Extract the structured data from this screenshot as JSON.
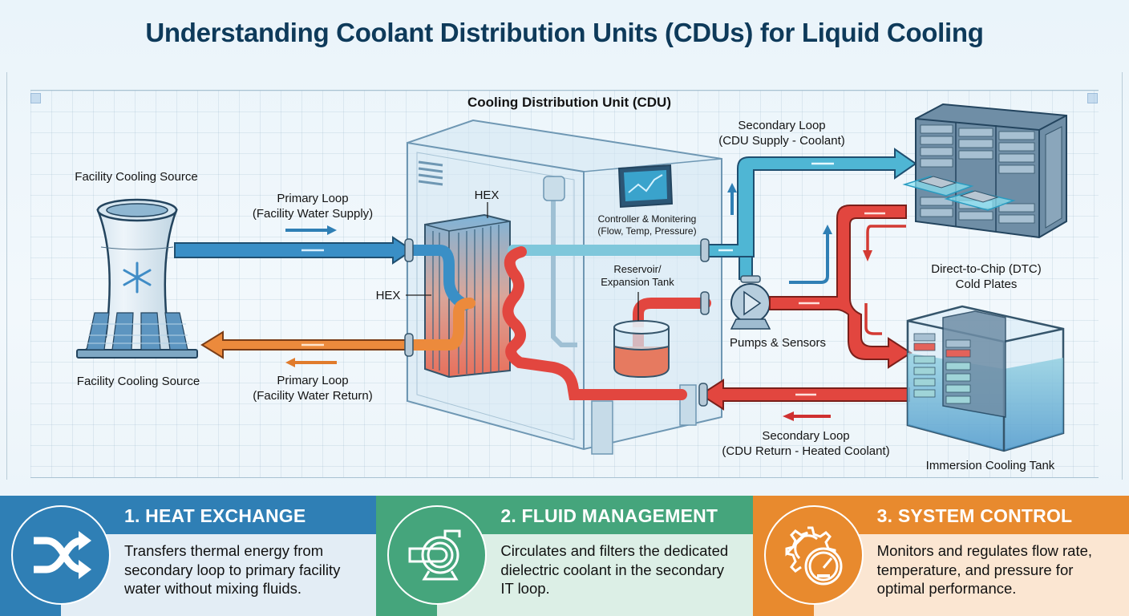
{
  "title": "Understanding Coolant Distribution Units (CDUs) for Liquid Cooling",
  "diagram": {
    "cdu_title": "Cooling Distribution Unit (CDU)",
    "facility_source_top": "Facility Cooling Source",
    "facility_source_bottom": "Facility Cooling Source",
    "primary_supply": {
      "line1": "Primary Loop",
      "line2": "(Facility Water Supply)"
    },
    "primary_return": {
      "line1": "Primary Loop",
      "line2": "(Facility Water Return)"
    },
    "hex_label_top": "HEX",
    "hex_label_left": "HEX",
    "controller": {
      "line1": "Controller & Monitering",
      "line2": "(Flow, Temp, Pressure)"
    },
    "reservoir": {
      "line1": "Reservoir/",
      "line2": "Expansion Tank"
    },
    "pumps": "Pumps & Sensors",
    "secondary_supply": {
      "line1": "Secondary Loop",
      "line2": "(CDU Supply - Coolant)"
    },
    "secondary_return": {
      "line1": "Secondary Loop",
      "line2": "(CDU Return - Heated Coolant)"
    },
    "dtc": {
      "line1": "Direct-to-Chip (DTC)",
      "line2": "Cold Plates"
    },
    "immersion": "Immersion Cooling Tank",
    "colors": {
      "cold": "#3a8fc6",
      "coolant": "#4fb6d4",
      "warm": "#ec8a3c",
      "hot": "#e2463f"
    }
  },
  "cards": [
    {
      "title": "1. HEAT EXCHANGE",
      "text": "Transfers thermal energy from secondary loop to primary facility water without mixing fluids.",
      "icon": "shuffle-icon",
      "color": "#2f7fb5"
    },
    {
      "title": "2. FLUID MANAGEMENT",
      "text": "Circulates and filters the dedicated dielectric coolant in the secondary IT loop.",
      "icon": "pump-icon",
      "color": "#45a57c"
    },
    {
      "title": "3. SYSTEM CONTROL",
      "text": "Monitors and regulates flow rate, temperature, and pressure for optimal performance.",
      "icon": "gear-gauge-icon",
      "color": "#e88a2e"
    }
  ]
}
